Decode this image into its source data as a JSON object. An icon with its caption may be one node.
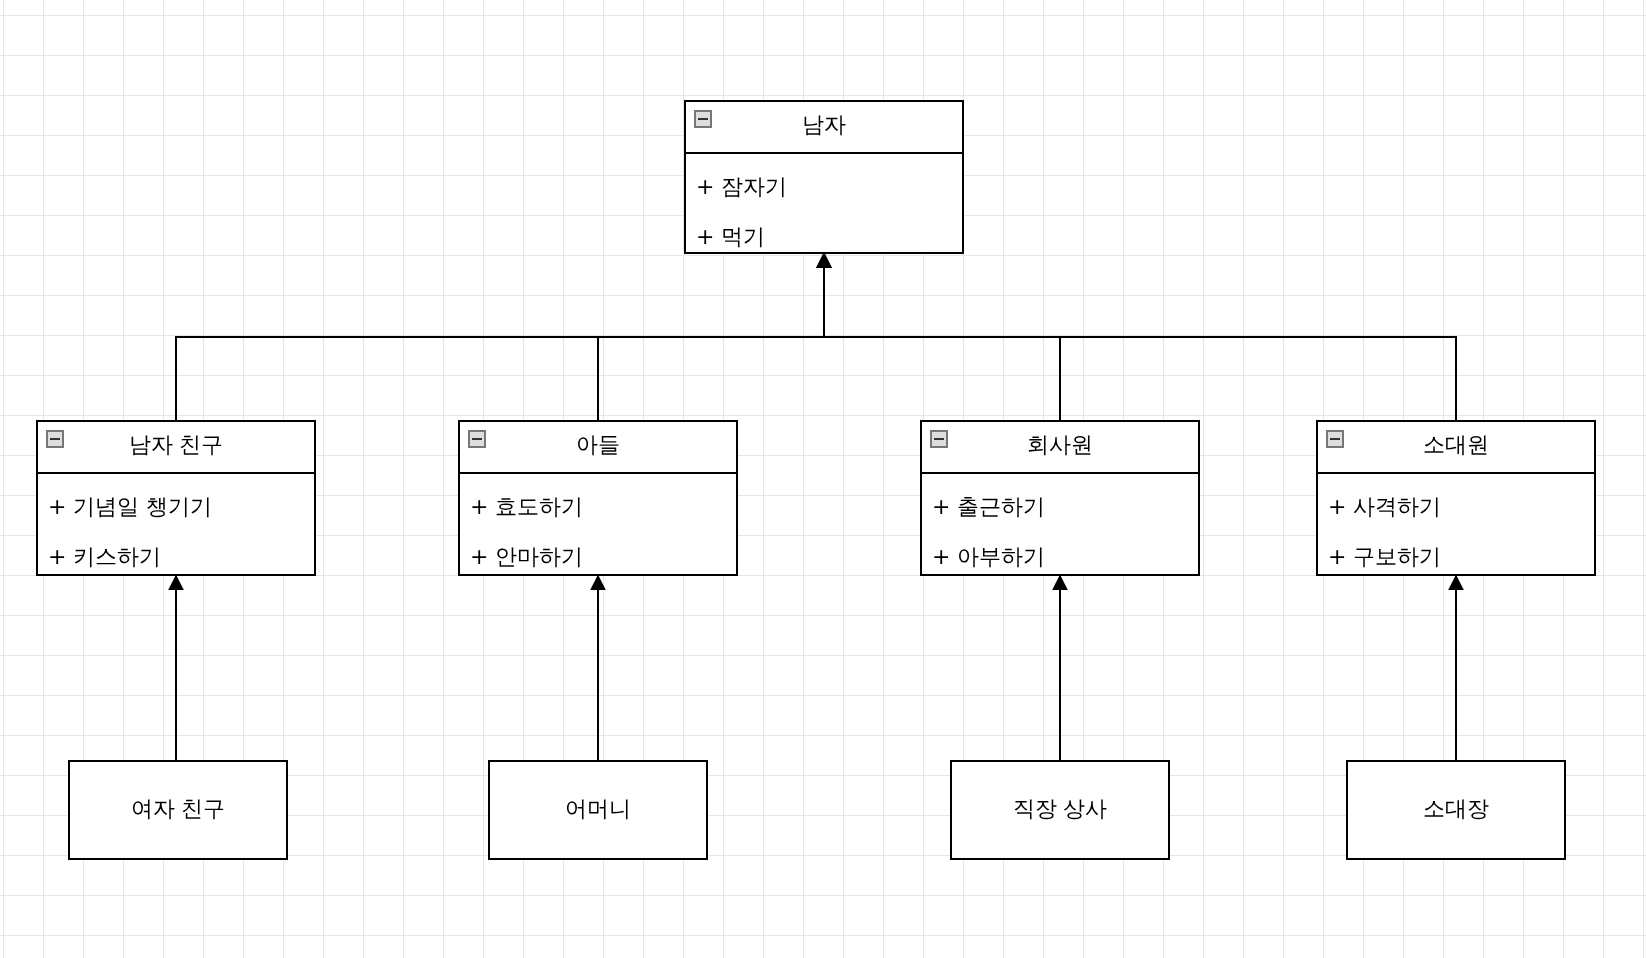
{
  "diagram": {
    "nodes": [
      {
        "text": [
          "남자",
          "+ 잠자기",
          "+ 먹기"
        ]
      },
      {
        "text": [
          "남자 친구",
          "+ 기념일 챙기기",
          "+ 키스하기"
        ]
      },
      {
        "text": [
          "아들",
          "+ 효도하기",
          "+ 안마하기"
        ]
      },
      {
        "text": [
          "회사원",
          "+ 출근하기",
          "+ 아부하기"
        ]
      },
      {
        "text": [
          "소대원",
          "+ 사격하기",
          "+ 구보하기"
        ]
      },
      {
        "text": [
          "여자 친구"
        ]
      },
      {
        "text": [
          "어머니"
        ]
      },
      {
        "text": [
          "직장 상사"
        ]
      },
      {
        "text": [
          "소대장"
        ]
      }
    ],
    "edges": [
      {
        "from": 1,
        "to": 0,
        "arrow": "to"
      },
      {
        "from": 2,
        "to": 0,
        "arrow": "to"
      },
      {
        "from": 3,
        "to": 0,
        "arrow": "to"
      },
      {
        "from": 4,
        "to": 0,
        "arrow": "to"
      },
      {
        "from": 5,
        "to": 1,
        "arrow": "to"
      },
      {
        "from": 6,
        "to": 2,
        "arrow": "to"
      },
      {
        "from": 7,
        "to": 3,
        "arrow": "to"
      },
      {
        "from": 8,
        "to": 4,
        "arrow": "to"
      }
    ]
  }
}
